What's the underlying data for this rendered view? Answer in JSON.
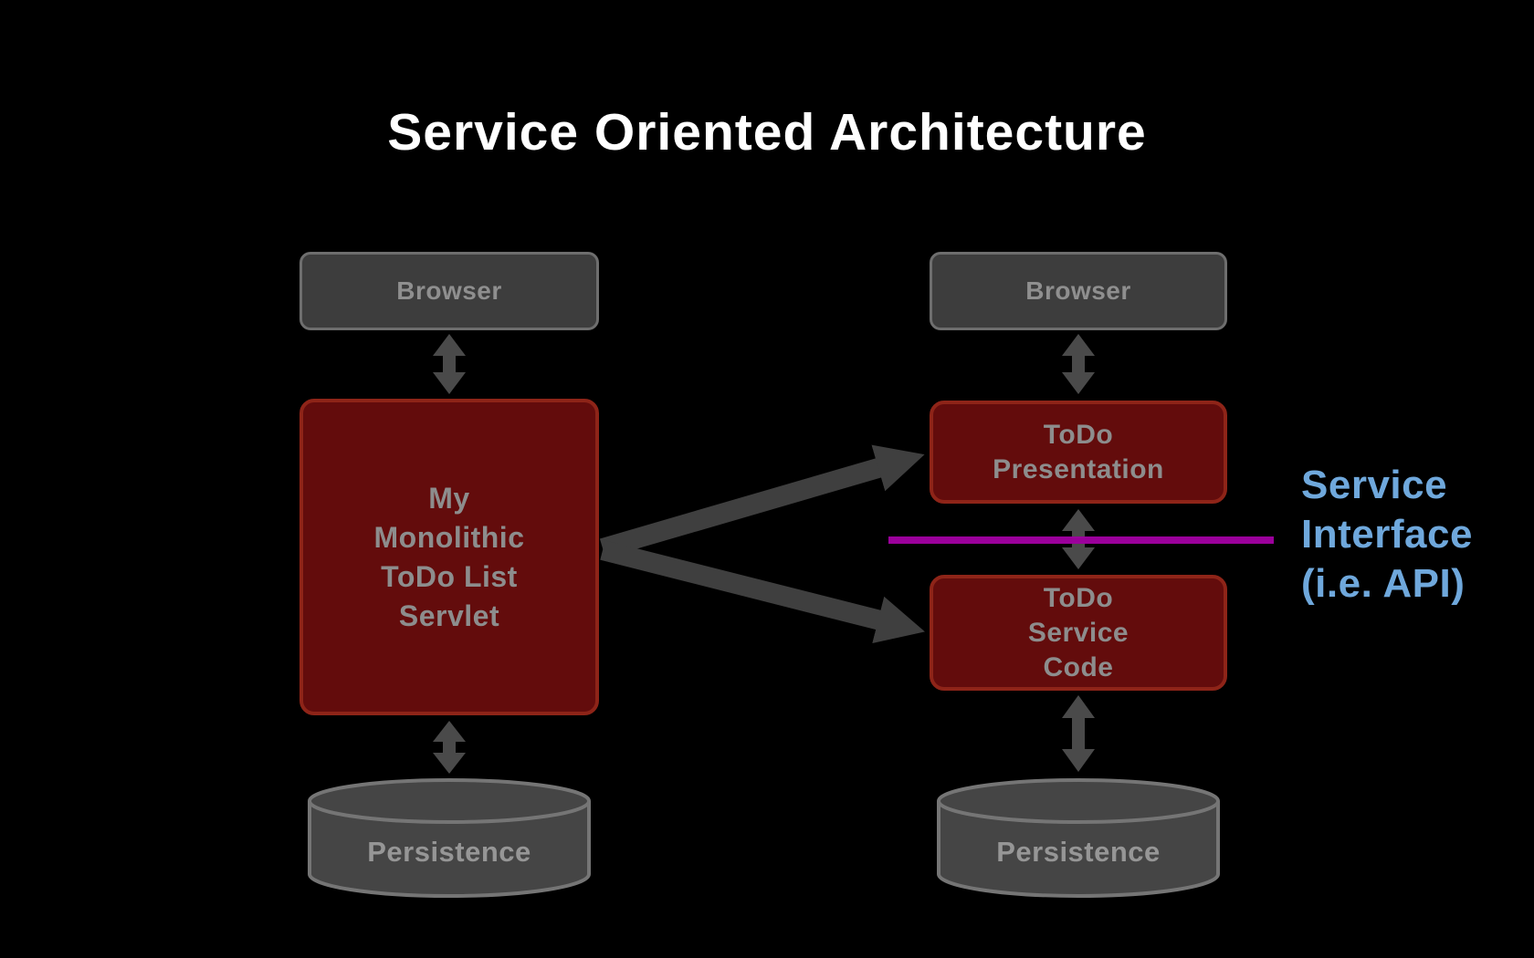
{
  "title": "Service Oriented Architecture",
  "monolith_column": {
    "browser_label": "Browser",
    "servlet_lines": [
      "My",
      "Monolithic",
      "ToDo List",
      "Servlet"
    ],
    "persistence_label": "Persistence"
  },
  "soa_column": {
    "browser_label": "Browser",
    "presentation_lines": [
      "ToDo",
      "Presentation"
    ],
    "service_lines": [
      "ToDo",
      "Service",
      "Code"
    ],
    "persistence_label": "Persistence"
  },
  "annotation": {
    "lines": [
      "Service",
      "Interface",
      "(i.e. API)"
    ]
  },
  "colors": {
    "background": "#000000",
    "title_text": "#ffffff",
    "gray_box_fill": "#3d3d3d",
    "gray_box_border": "#6e6e6e",
    "red_box_fill": "#630c0c",
    "red_box_border": "#8e2418",
    "box_label_gray": "#8d8d8d",
    "arrow_gray": "#4a4a4a",
    "service_interface_line": "#9b009b",
    "annotation_blue": "#6fa8dc"
  }
}
